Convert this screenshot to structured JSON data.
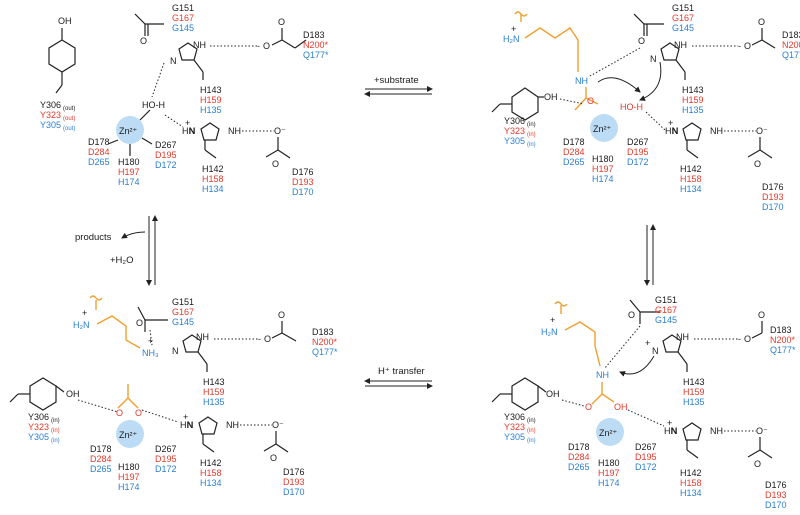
{
  "labels": {
    "y_out": [
      "Y306",
      "Y323",
      "Y305"
    ],
    "y_out_sub": "(out)",
    "y_in_sub": "(in)",
    "gly": [
      "G151",
      "G167",
      "G145"
    ],
    "his143": [
      "H143",
      "H159",
      "H135"
    ],
    "asp183": [
      "D183",
      "N200*",
      "Q177*"
    ],
    "his142": [
      "H142",
      "H158",
      "H134"
    ],
    "asp176": [
      "D176",
      "D193",
      "D170"
    ],
    "asp178": [
      "D178",
      "D284",
      "D265"
    ],
    "his180": [
      "H180",
      "H197",
      "H174"
    ],
    "asp267": [
      "D267",
      "D195",
      "D172"
    ],
    "zn": "Zn²⁺",
    "oh_h": "HO-H",
    "ho_h": "HO-H",
    "oh": "OH",
    "nh": "NH",
    "h2n": "H₂N",
    "nh3": "NH₃",
    "o": "O",
    "n": "N",
    "nh_ring": "NH",
    "h_n": "HN",
    "o_minus": "O⁻",
    "plus": "+",
    "minus": "-"
  },
  "arrows": {
    "substrate": "+substrate",
    "products": "products",
    "water": "+H₂O",
    "h_transfer": "H⁺ transfer"
  }
}
